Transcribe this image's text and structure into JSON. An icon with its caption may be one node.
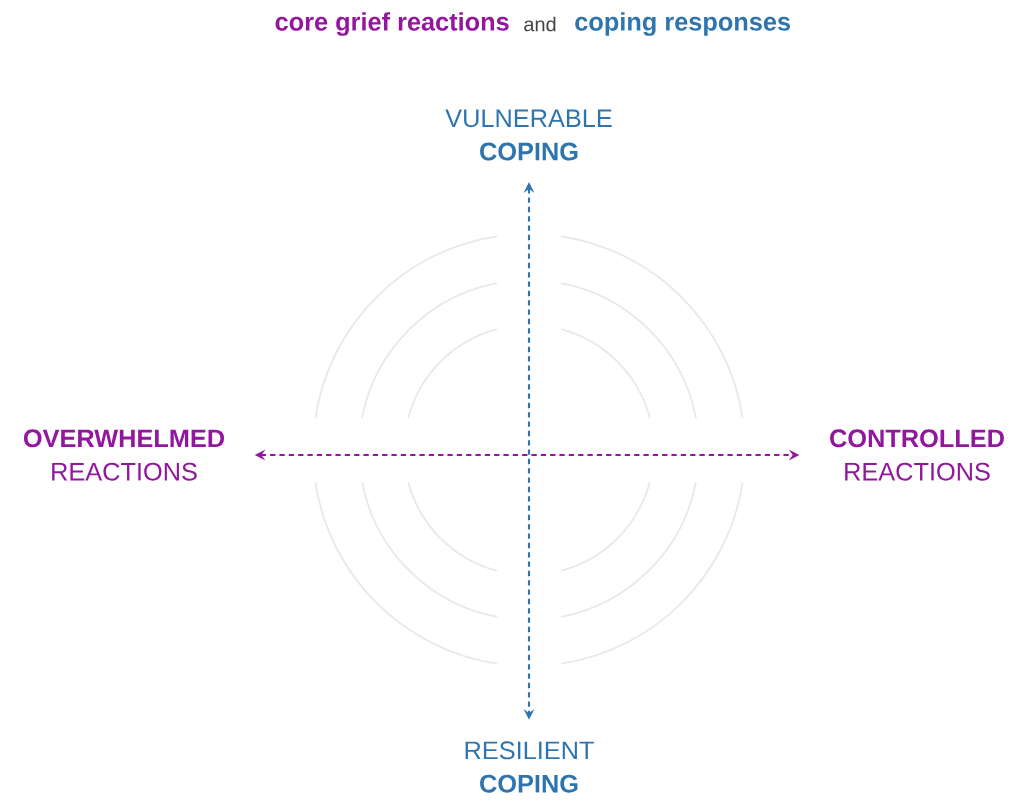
{
  "diagram": {
    "nodes": [
      {
        "text": [
          "VULNERABLE",
          "COPING"
        ]
      },
      {
        "text": [
          "OVERWHELMED",
          "REACTIONS"
        ]
      },
      {
        "text": [
          "CONTROLLED",
          "REACTIONS"
        ]
      },
      {
        "text": [
          "RESILIENT",
          "COPING"
        ]
      }
    ],
    "edges": [
      {
        "from": 0,
        "to": 3,
        "arrow": "both",
        "style": "dashed",
        "color": "#2e75b0"
      },
      {
        "from": 1,
        "to": 2,
        "arrow": "both",
        "style": "dashed",
        "color": "#93179e"
      }
    ],
    "labels": [
      "core grief reactions",
      "and",
      "coping responses"
    ]
  }
}
